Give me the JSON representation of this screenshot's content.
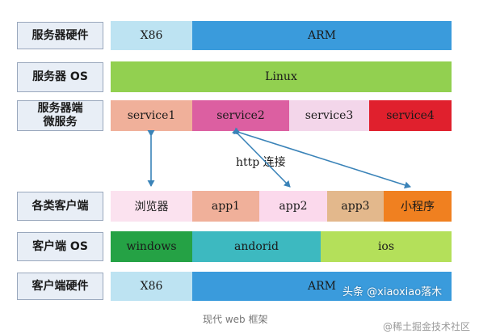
{
  "rows": {
    "server_hardware": {
      "label": "服务器硬件",
      "cells": [
        "X86",
        "ARM"
      ]
    },
    "server_os": {
      "label": "服务器 OS",
      "cells": [
        "Linux"
      ]
    },
    "server_services": {
      "label": "服务器端\n微服务",
      "cells": [
        "service1",
        "service2",
        "service3",
        "service4"
      ]
    },
    "client_apps": {
      "label": "各类客户端",
      "cells": [
        "浏览器",
        "app1",
        "app2",
        "app3",
        "小程序"
      ]
    },
    "client_os": {
      "label": "客户端 OS",
      "cells": [
        "windows",
        "andorid",
        "ios"
      ]
    },
    "client_hardware": {
      "label": "客户端硬件",
      "cells": [
        "X86",
        "ARM"
      ]
    }
  },
  "connector_label": "http 连接",
  "watermark": "头条 @xiaoxiao落木",
  "caption": "现代 web 框架",
  "footer_mark": "@稀土掘金技术社区",
  "colors": {
    "x86": "#bde3f2",
    "arm": "#3a9bdc",
    "linux": "#92d050",
    "service1": "#f0b09a",
    "service2": "#dc5fa1",
    "service3": "#f3d6ea",
    "service4": "#e0202d",
    "browser": "#fbe2ef",
    "app1": "#f0b09a",
    "app2": "#fbd9ec",
    "app3": "#e3b88c",
    "miniprogram": "#f08020",
    "windows": "#25a245",
    "android": "#3db9c0",
    "ios": "#b4e05a",
    "arrow": "#3a83b8"
  }
}
